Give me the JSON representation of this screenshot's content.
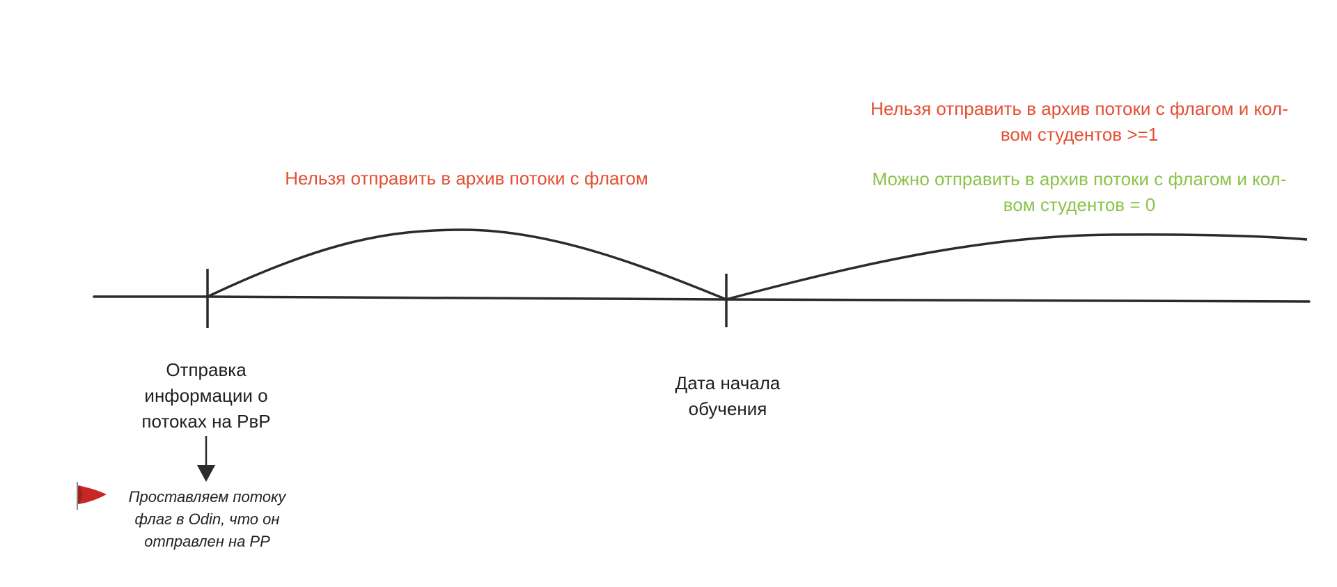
{
  "labels": {
    "left_period": "Нельзя отправить в архив потоки с флагом",
    "right_period_forbidden": "Нельзя отправить в архив потоки с флагом и кол-вом студентов >=1",
    "right_period_allowed": "Можно отправить в архив потоки с флагом и кол-вом студентов = 0",
    "send_info": "Отправка информации о потоках на РвР",
    "start_date": "Дата начала обучения",
    "flag_note": "Проставляем потоку флаг в Odin, что он отправлен на РР"
  },
  "colors": {
    "forbidden": "#e34f32",
    "allowed": "#8bc34a",
    "line": "#2b2b2b",
    "flag": "#c62828"
  },
  "icons": {
    "flag": "red-flag-icon"
  }
}
